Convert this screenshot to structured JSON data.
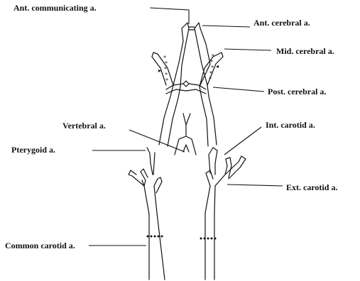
{
  "labels": {
    "ant_communicating": "Ant. communicating a.",
    "ant_cerebral": "Ant. cerebral a.",
    "mid_cerebral": "Mid. cerebral a.",
    "post_cerebral": "Post. cerebral a.",
    "vertebral": "Vertebral a.",
    "int_carotid": "Int. carotid a.",
    "pterygoid": "Pterygoid a.",
    "ext_carotid": "Ext. carotid a.",
    "common_carotid": "Common carotid a."
  },
  "colors": {
    "ink": "#111111",
    "background": "#ffffff"
  }
}
